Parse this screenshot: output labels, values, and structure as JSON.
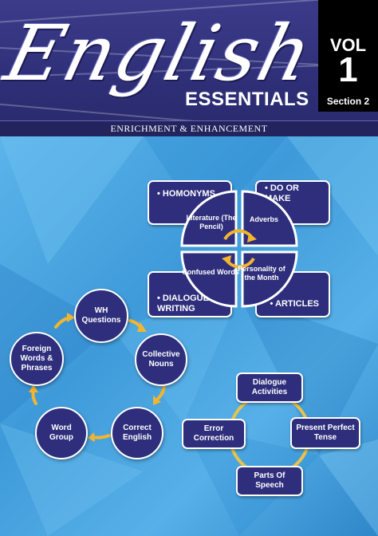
{
  "cover": {
    "title_main": "English",
    "title_sub": "ESSENTIALS",
    "vol_label": "VOL",
    "vol_number": "1",
    "section": "Section 2",
    "subtitle": "ENRICHMENT & ENHANCEMENT"
  },
  "quad_diagram": {
    "corner_boxes": {
      "top_left": "• HOMONYMS",
      "top_right": "• DO OR MAKE",
      "bottom_left": "• DIALOGUE WRITING",
      "bottom_right": "• ARTICLES"
    },
    "quadrants": {
      "top_left": "Literature (The Pencil)",
      "top_right": "Adverbs",
      "bottom_left": "Confused Words",
      "bottom_right": "Personality of the Month"
    }
  },
  "cycle_diagram": {
    "nodes": [
      "WH Questions",
      "Collective Nouns",
      "Correct English",
      "Word Group",
      "Foreign Words & Phrases"
    ]
  },
  "ring_diagram": {
    "top": "Dialogue Activities",
    "right": "Present Perfect Tense",
    "bottom": "Parts Of Speech",
    "left": "Error Correction"
  },
  "colors": {
    "navy": "#2e2e7c",
    "arrow_yellow": "#f2b531",
    "ring_yellow": "#e8c34a"
  }
}
